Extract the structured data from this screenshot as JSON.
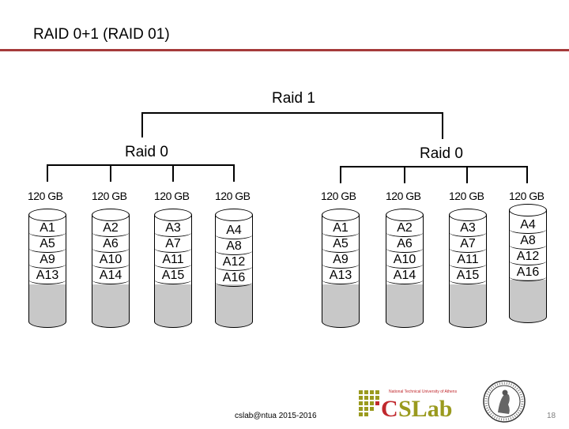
{
  "slide": {
    "title": "RAID 0+1 (RAID 01)",
    "footer": "cslab@ntua 2015-2016",
    "page_number": "18"
  },
  "diagram": {
    "top_label": "Raid 1",
    "groups": [
      {
        "label": "Raid 0",
        "disks": [
          {
            "capacity": "120 GB",
            "blocks": [
              "A1",
              "A5",
              "A9",
              "A13"
            ]
          },
          {
            "capacity": "120 GB",
            "blocks": [
              "A2",
              "A6",
              "A10",
              "A14"
            ]
          },
          {
            "capacity": "120 GB",
            "blocks": [
              "A3",
              "A7",
              "A11",
              "A15"
            ]
          },
          {
            "capacity": "120 GB",
            "blocks": [
              "A4",
              "A8",
              "A12",
              "A16"
            ]
          }
        ]
      },
      {
        "label": "Raid 0",
        "disks": [
          {
            "capacity": "120 GB",
            "blocks": [
              "A1",
              "A5",
              "A9",
              "A13"
            ]
          },
          {
            "capacity": "120 GB",
            "blocks": [
              "A2",
              "A6",
              "A10",
              "A14"
            ]
          },
          {
            "capacity": "120 GB",
            "blocks": [
              "A3",
              "A7",
              "A11",
              "A15"
            ]
          },
          {
            "capacity": "120 GB",
            "blocks": [
              "A4",
              "A8",
              "A12",
              "A16"
            ]
          }
        ]
      }
    ]
  },
  "logos": {
    "cslab_text": "CSLab",
    "cslab_subtitle": "National Technical University of Athens",
    "colors": {
      "olive": "#9a9a1e",
      "red": "#c0282d",
      "title_rule": "#a53a3a"
    }
  }
}
